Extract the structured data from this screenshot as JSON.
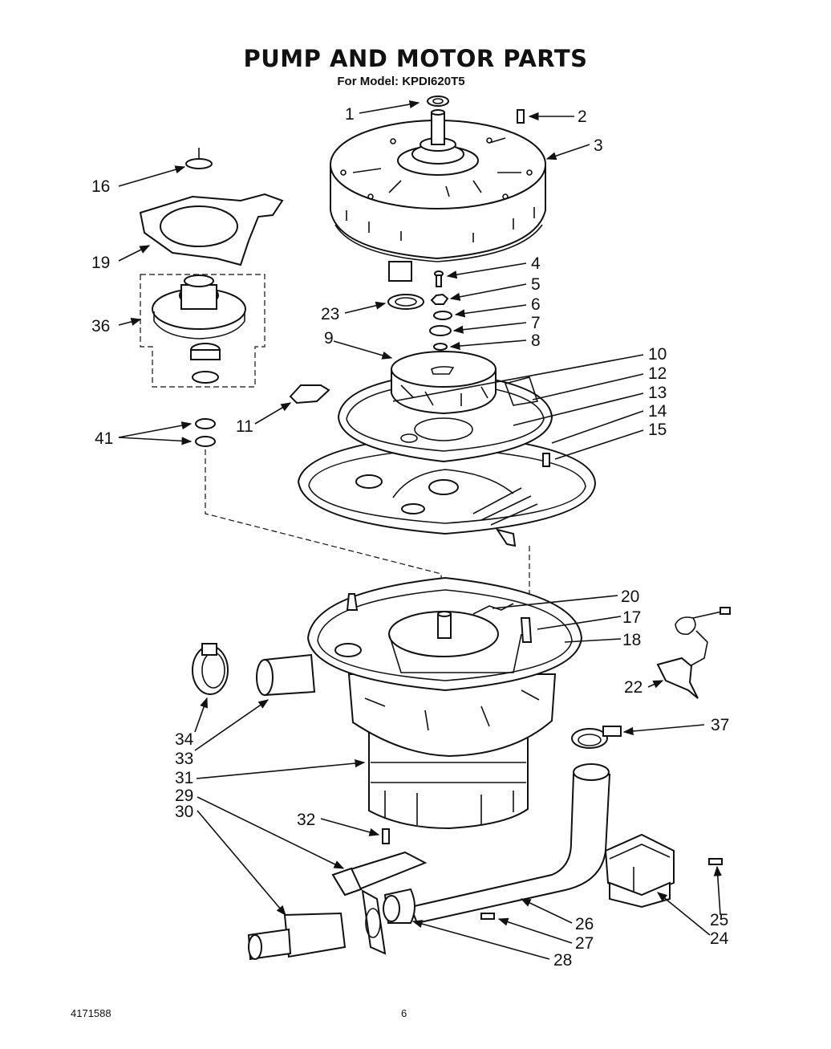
{
  "title": "PUMP AND MOTOR PARTS",
  "subtitle": "For Model: KPDI620T5",
  "footer": {
    "document_number": "4171588",
    "page_number": "6"
  },
  "callouts": [
    "1",
    "2",
    "3",
    "4",
    "5",
    "6",
    "7",
    "8",
    "9",
    "10",
    "11",
    "12",
    "13",
    "14",
    "15",
    "16",
    "17",
    "18",
    "19",
    "20",
    "22",
    "23",
    "24",
    "25",
    "26",
    "27",
    "28",
    "29",
    "30",
    "31",
    "32",
    "33",
    "34",
    "36",
    "37",
    "41"
  ]
}
